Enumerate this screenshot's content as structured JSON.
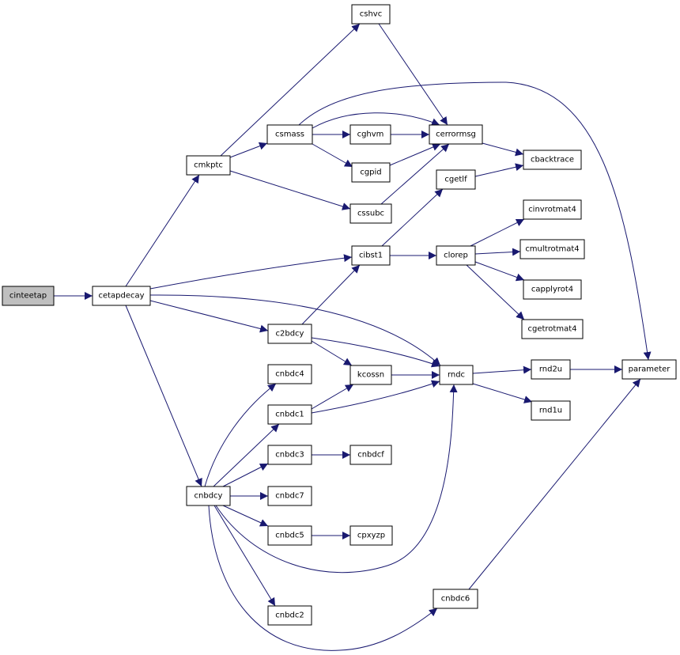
{
  "graph": {
    "edge_color": "#191970",
    "root_fill": "#bfbfbf",
    "node_fill": "#ffffff",
    "nodes": {
      "cinteetap": "cinteetap",
      "cetapdecay": "cetapdecay",
      "cmkptc": "cmkptc",
      "cshvc": "cshvc",
      "csmass": "csmass",
      "cghvm": "cghvm",
      "cgpid": "cgpid",
      "cerrormsg": "cerrormsg",
      "cbacktrace": "cbacktrace",
      "cssubc": "cssubc",
      "cgetlf": "cgetlf",
      "cibst1": "cibst1",
      "clorep": "clorep",
      "cinvrotmat4": "cinvrotmat4",
      "cmultrotmat4": "cmultrotmat4",
      "capplyrot4": "capplyrot4",
      "cgetrotmat4": "cgetrotmat4",
      "c2bdcy": "c2bdcy",
      "kcossn": "kcossn",
      "rndc": "rndc",
      "rnd2u": "rnd2u",
      "rnd1u": "rnd1u",
      "parameter": "parameter",
      "cnbdc4": "cnbdc4",
      "cnbdc1": "cnbdc1",
      "cnbdc3": "cnbdc3",
      "cnbdcf": "cnbdcf",
      "cnbdcy": "cnbdcy",
      "cnbdc7": "cnbdc7",
      "cnbdc5": "cnbdc5",
      "cpxyzp": "cpxyzp",
      "cnbdc6": "cnbdc6",
      "cnbdc2": "cnbdc2"
    },
    "edges": [
      [
        "cinteetap",
        "cetapdecay"
      ],
      [
        "cetapdecay",
        "cmkptc"
      ],
      [
        "cetapdecay",
        "cibst1"
      ],
      [
        "cetapdecay",
        "c2bdcy"
      ],
      [
        "cetapdecay",
        "rndc"
      ],
      [
        "cetapdecay",
        "cnbdcy"
      ],
      [
        "cmkptc",
        "cshvc"
      ],
      [
        "cmkptc",
        "csmass"
      ],
      [
        "cmkptc",
        "cssubc"
      ],
      [
        "cshvc",
        "cerrormsg"
      ],
      [
        "csmass",
        "cerrormsg"
      ],
      [
        "csmass",
        "cghvm"
      ],
      [
        "csmass",
        "cgpid"
      ],
      [
        "csmass",
        "parameter"
      ],
      [
        "cghvm",
        "cerrormsg"
      ],
      [
        "cgpid",
        "cerrormsg"
      ],
      [
        "cerrormsg",
        "cbacktrace"
      ],
      [
        "cssubc",
        "cerrormsg"
      ],
      [
        "cibst1",
        "cgetlf"
      ],
      [
        "cibst1",
        "clorep"
      ],
      [
        "cgetlf",
        "cbacktrace"
      ],
      [
        "clorep",
        "cinvrotmat4"
      ],
      [
        "clorep",
        "cmultrotmat4"
      ],
      [
        "clorep",
        "capplyrot4"
      ],
      [
        "clorep",
        "cgetrotmat4"
      ],
      [
        "c2bdcy",
        "cibst1"
      ],
      [
        "c2bdcy",
        "kcossn"
      ],
      [
        "c2bdcy",
        "rndc"
      ],
      [
        "kcossn",
        "rndc"
      ],
      [
        "rndc",
        "rnd2u"
      ],
      [
        "rndc",
        "rnd1u"
      ],
      [
        "rnd2u",
        "parameter"
      ],
      [
        "cnbdcy",
        "cnbdc4"
      ],
      [
        "cnbdcy",
        "cnbdc1"
      ],
      [
        "cnbdcy",
        "cnbdc3"
      ],
      [
        "cnbdcy",
        "cnbdc7"
      ],
      [
        "cnbdcy",
        "cnbdc5"
      ],
      [
        "cnbdcy",
        "rndc"
      ],
      [
        "cnbdcy",
        "cnbdc2"
      ],
      [
        "cnbdcy",
        "cnbdc6"
      ],
      [
        "cnbdc1",
        "kcossn"
      ],
      [
        "cnbdc1",
        "rndc"
      ],
      [
        "cnbdc3",
        "cnbdcf"
      ],
      [
        "cnbdc5",
        "cpxyzp"
      ],
      [
        "cnbdc6",
        "parameter"
      ]
    ]
  }
}
